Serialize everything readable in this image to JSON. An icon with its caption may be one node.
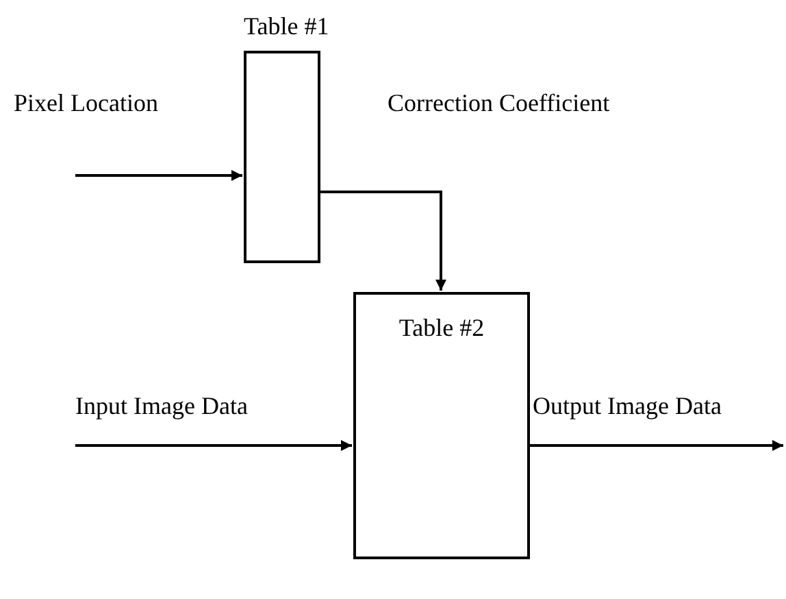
{
  "diagram": {
    "nodes": [
      {
        "text": [
          "Table #1"
        ]
      },
      {
        "text": [
          "Table #2"
        ]
      }
    ],
    "edges": [
      {
        "from": null,
        "to": 0,
        "arrow": "to",
        "label": "Pixel Location"
      },
      {
        "from": 0,
        "to": 1,
        "arrow": "to",
        "label": "Correction Coefficient"
      },
      {
        "from": null,
        "to": 1,
        "arrow": "to",
        "label": "Input Image Data"
      },
      {
        "from": 1,
        "to": null,
        "arrow": "to",
        "label": "Output Image Data"
      }
    ]
  }
}
